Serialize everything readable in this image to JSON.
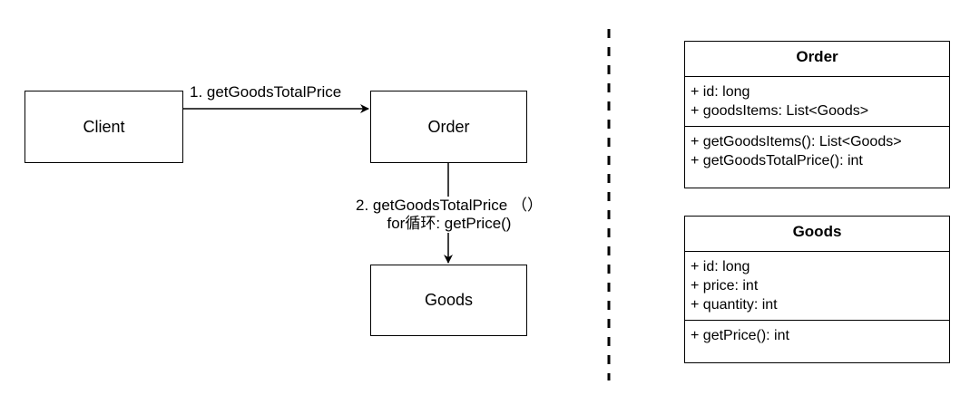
{
  "diagram": {
    "nodes": {
      "client": "Client",
      "order": "Order",
      "goods": "Goods"
    },
    "edges": {
      "client_to_order": "1. getGoodsTotalPrice",
      "order_to_goods_line1": "2. getGoodsTotalPrice （）",
      "order_to_goods_line2": "for循环: getPrice()"
    }
  },
  "classes": {
    "order": {
      "name": "Order",
      "attributes": [
        "+ id: long",
        "+ goodsItems: List<Goods>"
      ],
      "methods": [
        "+ getGoodsItems(): List<Goods>",
        "+ getGoodsTotalPrice(): int"
      ]
    },
    "goods": {
      "name": "Goods",
      "attributes": [
        "+ id: long",
        "+ price: int",
        "+ quantity: int"
      ],
      "methods": [
        "+ getPrice(): int"
      ]
    }
  }
}
